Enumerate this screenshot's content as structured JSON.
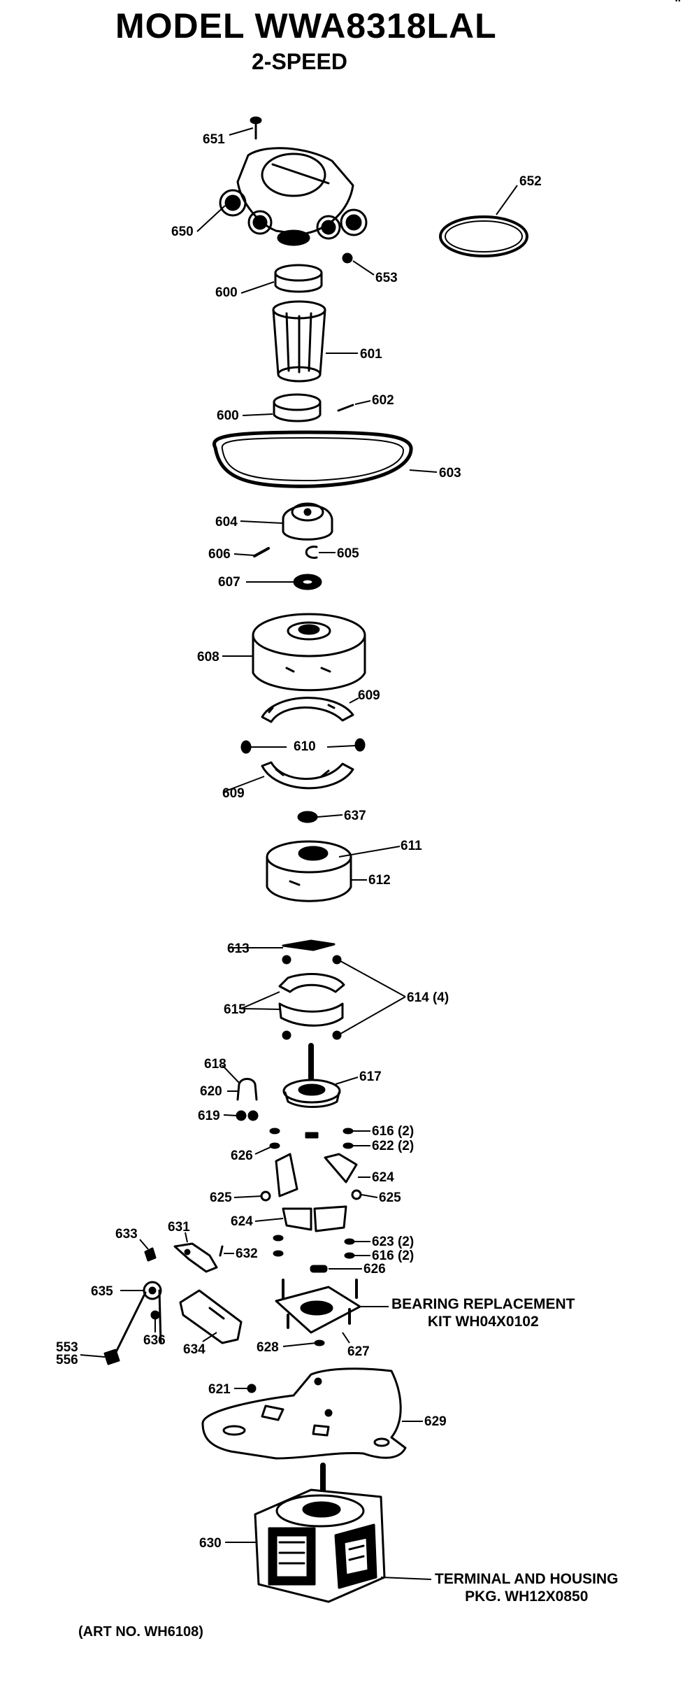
{
  "header": {
    "title": "MODEL WWA8318LAL",
    "subtitle": "2-SPEED",
    "corner_mark": "\""
  },
  "notes": {
    "bearing_kit_line1": "BEARING REPLACEMENT",
    "bearing_kit_line2": "KIT WH04X0102",
    "terminal_line1": "TERMINAL AND HOUSING",
    "terminal_line2": "PKG. WH12X0850",
    "art_number": "(ART NO. WH6108)"
  },
  "labels": {
    "p651": "651",
    "p650": "650",
    "p652": "652",
    "p653": "653",
    "p600a": "600",
    "p601": "601",
    "p600b": "600",
    "p602": "602",
    "p603": "603",
    "p604": "604",
    "p606": "606",
    "p605": "605",
    "p607": "607",
    "p608": "608",
    "p609a": "609",
    "p610": "610",
    "p609b": "609",
    "p637": "637",
    "p611": "611",
    "p612": "612",
    "p613": "613",
    "p615": "615",
    "p614": "614 (4)",
    "p618": "618",
    "p620": "620",
    "p619": "619",
    "p617": "617",
    "p616a": "616 (2)",
    "p622a": "622 (2)",
    "p626a": "626",
    "p624a": "624",
    "p625a": "625",
    "p625b": "625",
    "p624b": "624",
    "p633": "633",
    "p631": "631",
    "p632": "632",
    "p623": "623 (2)",
    "p616b": "616 (2)",
    "p626b": "626",
    "p635": "635",
    "p636": "636",
    "p634": "634",
    "p553": "553",
    "p556": "556",
    "p628": "628",
    "p627": "627",
    "p621": "621",
    "p629": "629",
    "p630": "630"
  }
}
